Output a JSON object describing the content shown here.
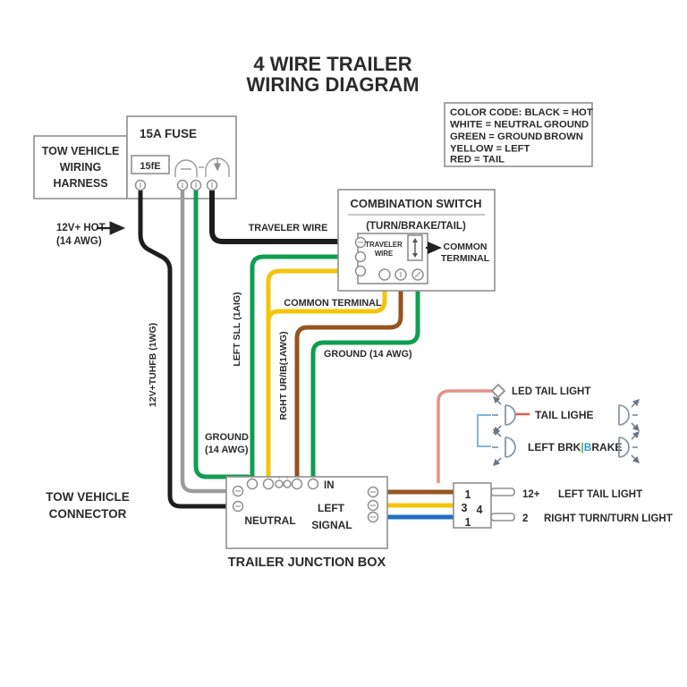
{
  "title": {
    "line1": "4 WIRE TRAILER",
    "line2": "WIRING DIAGRAM"
  },
  "color_code": {
    "line1": "COLOR CODE: BLACK = HOT",
    "line2a": "WHITE = NEUTRAL",
    "line2b": "GROUND",
    "line3a": "GREEN = GROUND",
    "line3b": "BROWN",
    "line4": "YELLOW = LEFT",
    "line5": "RED = TAIL"
  },
  "harness": {
    "line1": "TOW VEHICLE",
    "line2": "WIRING",
    "line3": "HARNESS"
  },
  "fuse": {
    "title": "15A FUSE",
    "rating": "15fE"
  },
  "sw": {
    "title": "COMBINATION SWITCH",
    "subtitle": "(TURN/BRAKE/TAIL)",
    "trav1": "TRAVELER",
    "trav2": "WIRE",
    "com1": "COMMON",
    "com2": "TERMINAL"
  },
  "labels": {
    "hot1": "12V+ HOT",
    "hot2": "(14 AWG)",
    "traveler": "TRAVELER WIRE",
    "common": "COMMON TERMINAL",
    "ground_r": "GROUND (14 AWG)",
    "ground_l1": "GROUND",
    "ground_l2": "(14 AWG)",
    "v_hot": "12V+TUHFB (1WG)",
    "v_left": "LEFT SLL (1AIG)",
    "v_right": "RGHT UR/IB(1AWG)"
  },
  "connector": {
    "line1": "TOW VEHICLE",
    "line2": "CONNECTOR"
  },
  "junction": {
    "title": "TRAILER JUNCTION BOX",
    "neutral": "NEUTRAL",
    "left1": "LEFT",
    "left2": "SIGNAL",
    "in_label": "IN"
  },
  "plug": {
    "p1": "1",
    "p2": "3",
    "p3": "4",
    "p4": "1"
  },
  "lights": {
    "led": "LED TAIL LIGHT",
    "tail": "TAIL LIGHE",
    "brake_a": "LEFT BRK",
    "brake_sep": "|",
    "brake_b": "B",
    "brake_c": "RAKE",
    "out1_num": "12+",
    "out1": "LEFT TAIL LIGHT",
    "out2_num": "2",
    "out2": "RIGHT TURN/TURN LIGHT"
  },
  "colors": {
    "black": "#1d1d1d",
    "gray": "#9c9c9c",
    "green": "#0f9d52",
    "yellow": "#f3c50a",
    "brown": "#965420",
    "blue": "#1f6ec5",
    "pink": "#e8908a",
    "red": "#e15b52",
    "bracket_blue": "#7db9dd",
    "teal": "#2e9bbf",
    "tick_green": "#3fae62",
    "border": "#8f8f8f",
    "text": "#2b2b2b",
    "icon": "#8a97a6"
  }
}
